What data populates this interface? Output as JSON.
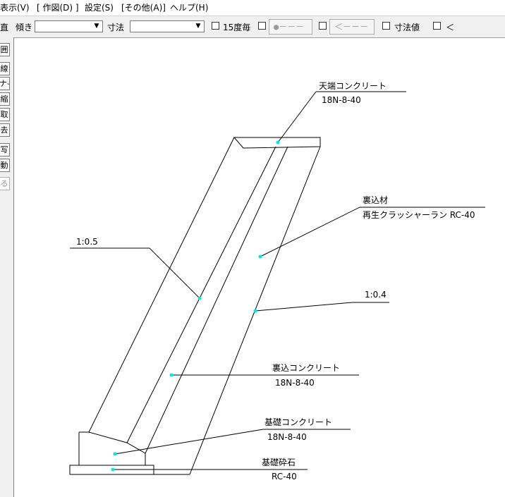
{
  "menu": {
    "items": [
      "表示(V)",
      "[ 作図(D) ]",
      "設定(S)",
      "[その他(A)]",
      "ヘルプ(H)"
    ]
  },
  "toolbar": {
    "left_cut_label": "直",
    "tilt_label": "傾き",
    "tilt_value": "",
    "dimension_label": "寸法",
    "dimension_value": "",
    "every15_label": "15度毎",
    "btn_dot_label": "●－－－",
    "btn_arrow_label": "＜－－－",
    "dimvalue_label": "寸法値",
    "last_label": "＜"
  },
  "left_tools": [
    "囲",
    "線",
    "ナ-",
    "縮",
    "取",
    "去",
    "写",
    "動",
    "る"
  ],
  "drawing": {
    "labels": {
      "top_concrete": "天端コンクリート",
      "top_concrete_spec": "18N-8-40",
      "backfill": "裏込材",
      "backfill_spec": "再生クラッシャーラン RC-40",
      "slope_front": "1:0.5",
      "slope_back": "1:0.4",
      "back_concrete": "裏込コンクリート",
      "back_concrete_spec": "18N-8-40",
      "base_concrete": "基礎コンクリート",
      "base_concrete_spec": "18N-8-40",
      "base_gravel": "基礎砕石",
      "base_gravel_spec": "RC-40"
    },
    "leader_dot_color": "#00e5ee",
    "line_color": "#000000"
  }
}
